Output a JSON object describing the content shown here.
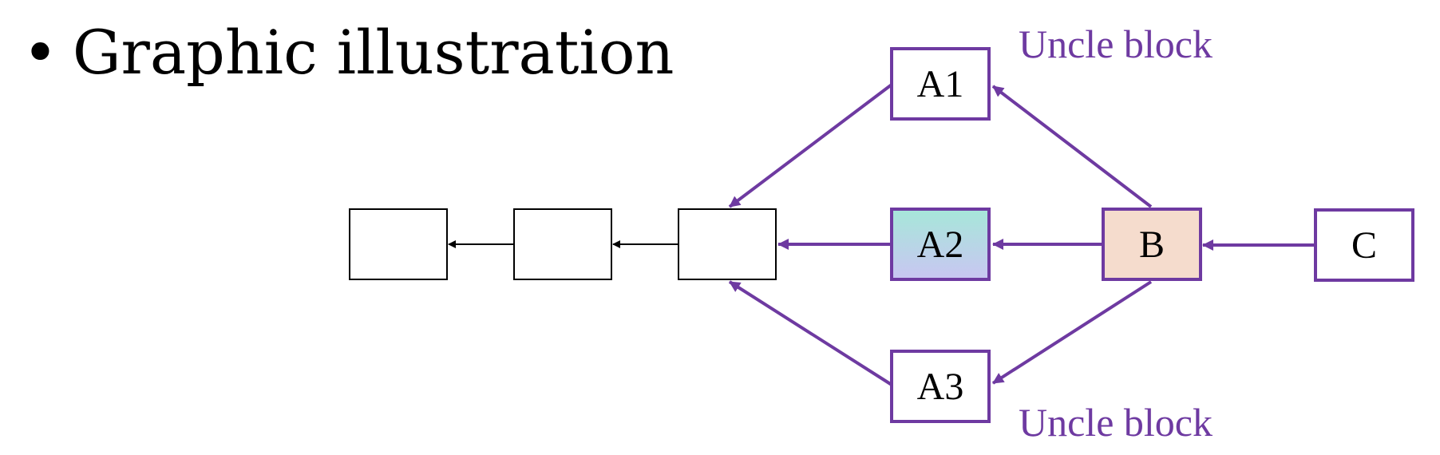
{
  "bullet": {
    "marker": "•",
    "text": "Graphic illustration"
  },
  "colors": {
    "purple": "#6e3aa1",
    "black": "#000000",
    "b_fill": "#f5dccd",
    "a2_grad_top": "#a6e7d9",
    "a2_grad_bottom": "#c9c6f2"
  },
  "boxes": {
    "chain1": "",
    "chain2": "",
    "chain3": "",
    "a1": "A1",
    "a2": "A2",
    "a3": "A3",
    "b": "B",
    "c": "C"
  },
  "labels": {
    "uncle_top": "Uncle block",
    "uncle_bottom": "Uncle block"
  }
}
